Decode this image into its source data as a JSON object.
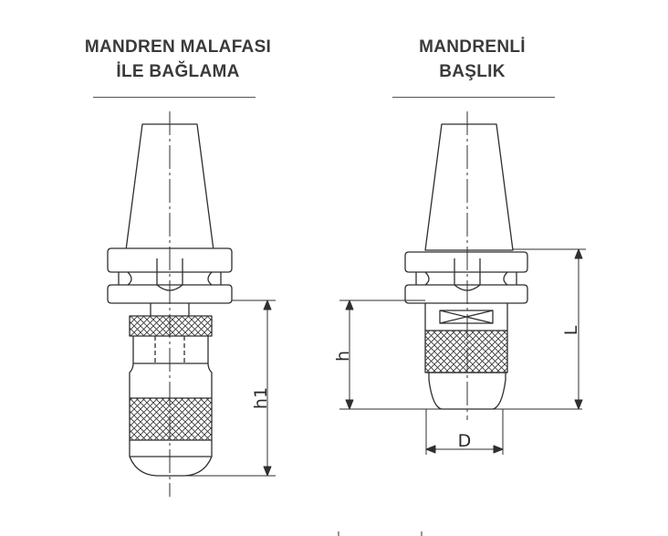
{
  "left_panel": {
    "title_line1": "MANDREN MALAFASI",
    "title_line2": "İLE BAĞLAMA",
    "dimension_h1": "h1"
  },
  "right_panel": {
    "title_line1": "MANDRENLİ",
    "title_line2": "BAŞLIK",
    "dimension_h": "h",
    "dimension_L": "L",
    "dimension_D": "D"
  },
  "colors": {
    "line": "#2f2f2f",
    "text": "#3a3a3a",
    "background": "#ffffff"
  }
}
